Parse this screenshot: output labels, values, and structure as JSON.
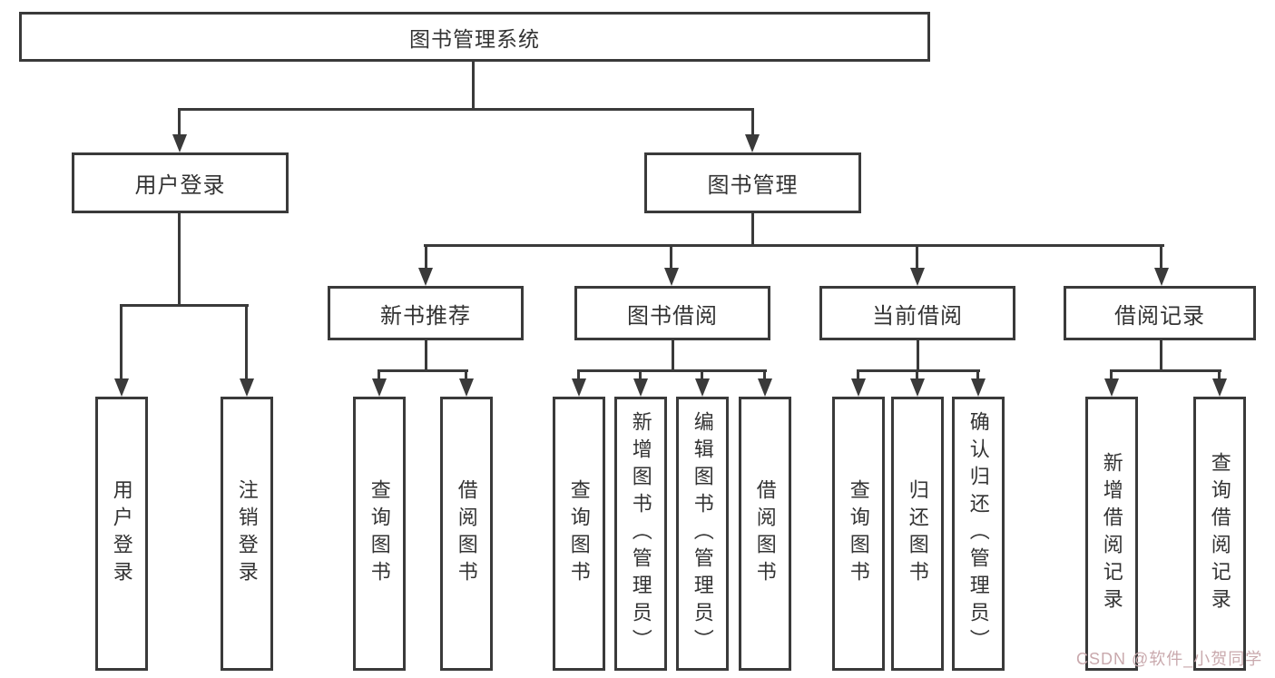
{
  "tree": {
    "label": "图书管理系统",
    "children": [
      {
        "label": "用户登录",
        "children": [
          {
            "label": "用户登录"
          },
          {
            "label": "注销登录"
          }
        ]
      },
      {
        "label": "图书管理",
        "children": [
          {
            "label": "新书推荐",
            "children": [
              {
                "label": "查询图书"
              },
              {
                "label": "借阅图书"
              }
            ]
          },
          {
            "label": "图书借阅",
            "children": [
              {
                "label": "查询图书"
              },
              {
                "label": "新增图书（管理员）"
              },
              {
                "label": "编辑图书（管理员）"
              },
              {
                "label": "借阅图书"
              }
            ]
          },
          {
            "label": "当前借阅",
            "children": [
              {
                "label": "查询图书"
              },
              {
                "label": "归还图书"
              },
              {
                "label": "确认归还（管理员）"
              }
            ]
          },
          {
            "label": "借阅记录",
            "children": [
              {
                "label": "新增借阅记录"
              },
              {
                "label": "查询借阅记录"
              }
            ]
          }
        ]
      }
    ]
  },
  "watermark": {
    "text": "CSDN @软件_小贺同学"
  },
  "colors": {
    "line": "#3a3a3a",
    "text": "#333333",
    "background": "#ffffff",
    "watermark": "#c9a9ad"
  }
}
